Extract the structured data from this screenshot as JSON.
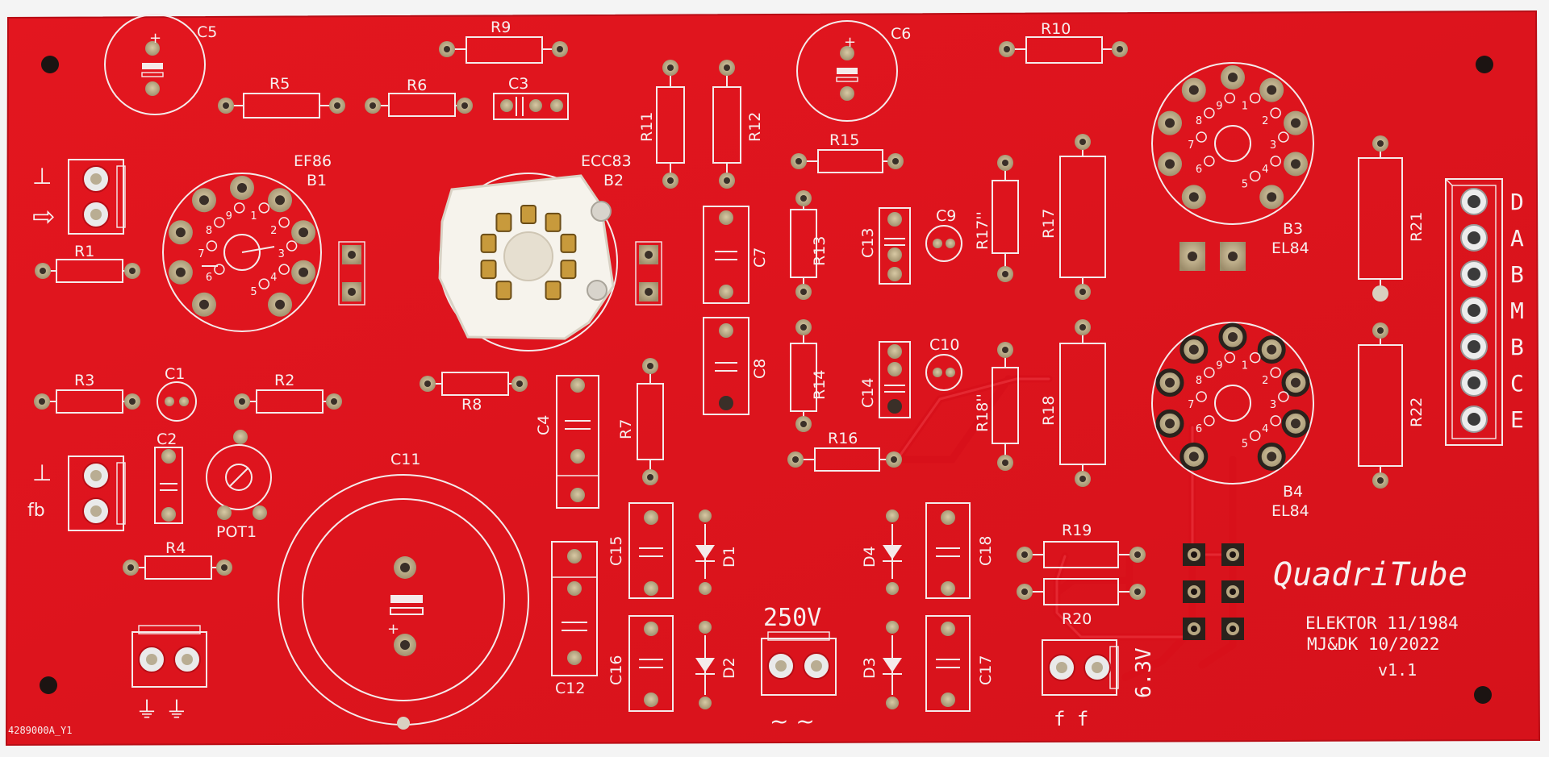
{
  "board": {
    "colors": {
      "soldermask": "#e0141e",
      "silkscreen": "#f5eaea",
      "pad": "#b8a782",
      "hole": "#3a2f28",
      "socket": "#f6f3ec",
      "socket_pin": "#c89a3c",
      "terminal": "#eaeaea",
      "mount_hole": "#1c1412"
    },
    "title": "QuadriTube",
    "credit_line1": "ELEKTOR 11/1984",
    "credit_line2": "MJ&DK 10/2022",
    "version": "v1.1",
    "part_number": "4289000A_Y1"
  },
  "labels": {
    "resistors": [
      "R1",
      "R2",
      "R3",
      "R4",
      "R5",
      "R6",
      "R7",
      "R8",
      "R9",
      "R10",
      "R11",
      "R12",
      "R13",
      "R14",
      "R15",
      "R16",
      "R17",
      "R17''",
      "R18",
      "R18''",
      "R19",
      "R20",
      "R21",
      "R22"
    ],
    "capacitors": [
      "C1",
      "C2",
      "C3",
      "C4",
      "C5",
      "C6",
      "C7",
      "C8",
      "C9",
      "C10",
      "C11",
      "C12",
      "C13",
      "C14",
      "C15",
      "C16",
      "C17",
      "C18"
    ],
    "diodes": [
      "D1",
      "D2",
      "D3",
      "D4"
    ],
    "pot": "POT1",
    "tubes": {
      "b1": {
        "type": "EF86",
        "ref": "B1"
      },
      "b2": {
        "type": "ECC83",
        "ref": "B2"
      },
      "b3": {
        "type": "EL84",
        "ref": "B3"
      },
      "b4": {
        "type": "EL84",
        "ref": "B4"
      }
    },
    "pin_numbers": [
      "1",
      "2",
      "3",
      "4",
      "5",
      "6",
      "7",
      "8",
      "9"
    ],
    "output_terminal_letters": [
      "D",
      "A",
      "B",
      "M",
      "B",
      "C",
      "E"
    ],
    "input_ground_symbol": "⊥",
    "input_arrow_symbol": "⇨",
    "fb_ground_symbol": "⊥",
    "fb_label": "fb",
    "chassis_ground_symbols": "⏚ ⏚",
    "hv_label": "250V",
    "ac_symbols": "~  ~",
    "heater_label": "6.3V",
    "heater_pins": "f   f",
    "plus": "+"
  }
}
